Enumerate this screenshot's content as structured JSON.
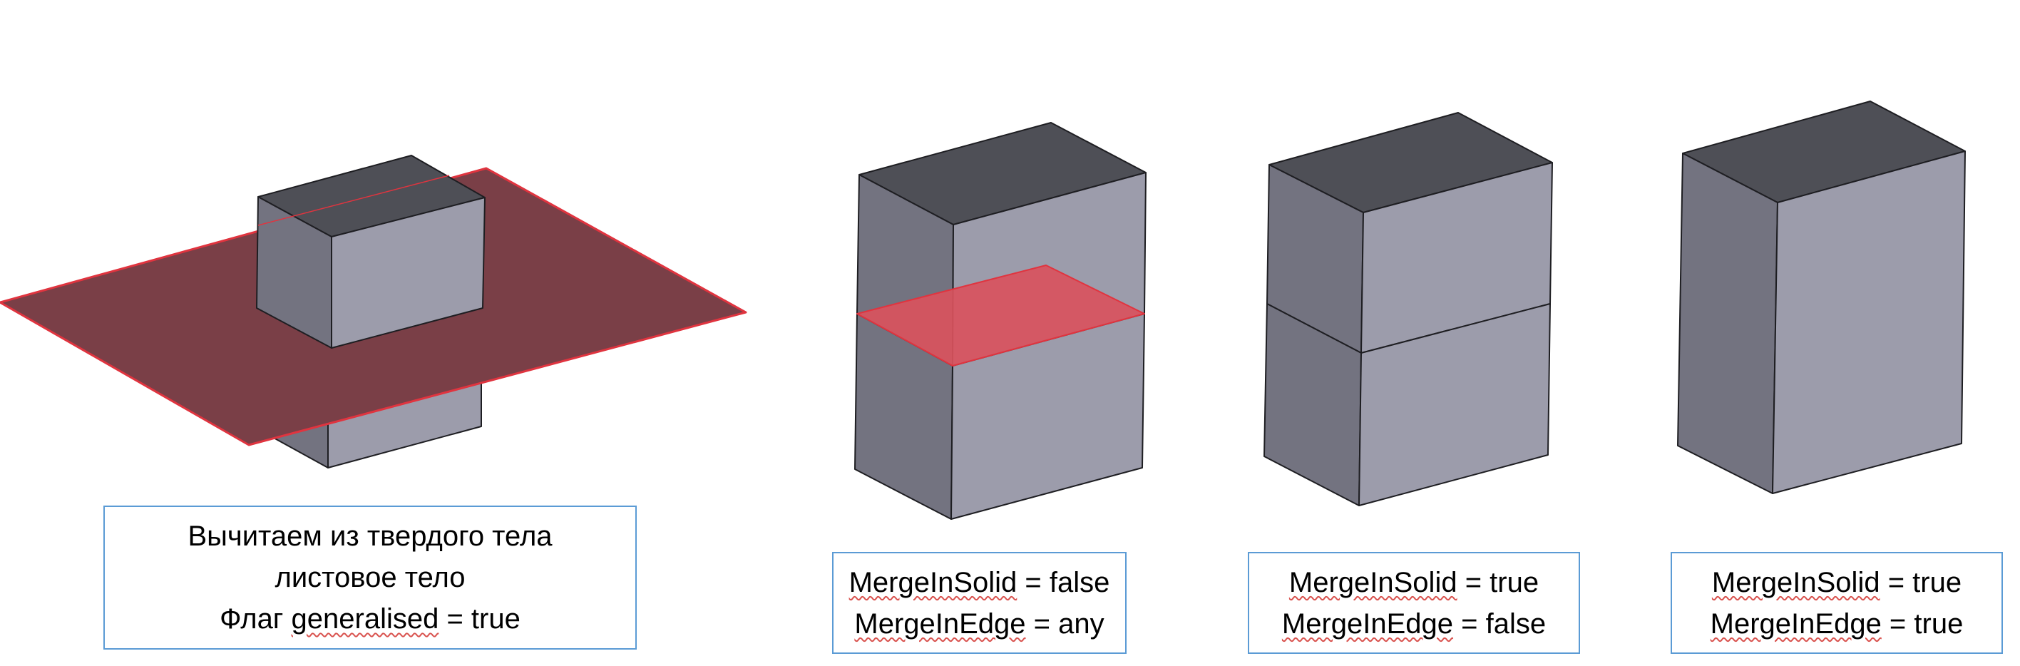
{
  "colors": {
    "face_top": "#4e4f56",
    "face_left": "#737380",
    "face_right": "#9c9cab",
    "edge": "#1e1e22",
    "sheet_fill": "#7a3f47",
    "sheet_edge": "#e0343f",
    "section_fill": "#d9535d",
    "caption_border": "#5b9bd5",
    "spell_underline": "#d9534f"
  },
  "panels": [
    {
      "name": "sheet-minus-solid",
      "lines": [
        [
          {
            "t": "Вычитаем из твердого тела",
            "sq": false
          }
        ],
        [
          {
            "t": "листовое тело",
            "sq": false
          }
        ],
        [
          {
            "t": "Флаг ",
            "sq": false
          },
          {
            "t": "generalised",
            "sq": true
          },
          {
            "t": " = true",
            "sq": false
          }
        ]
      ]
    },
    {
      "name": "merge-false-any",
      "lines": [
        [
          {
            "t": "MergeInSolid",
            "sq": true
          },
          {
            "t": " = false",
            "sq": false
          }
        ],
        [
          {
            "t": "MergeInEdge",
            "sq": true
          },
          {
            "t": " = any",
            "sq": false
          }
        ]
      ]
    },
    {
      "name": "merge-true-false",
      "lines": [
        [
          {
            "t": "MergeInSolid",
            "sq": true
          },
          {
            "t": " = true",
            "sq": false
          }
        ],
        [
          {
            "t": "MergeInEdge",
            "sq": true
          },
          {
            "t": " = false",
            "sq": false
          }
        ]
      ]
    },
    {
      "name": "merge-true-true",
      "lines": [
        [
          {
            "t": "MergeInSolid",
            "sq": true
          },
          {
            "t": " = true",
            "sq": false
          }
        ],
        [
          {
            "t": "MergeInEdge",
            "sq": true
          },
          {
            "t": " = true",
            "sq": false
          }
        ]
      ]
    }
  ]
}
